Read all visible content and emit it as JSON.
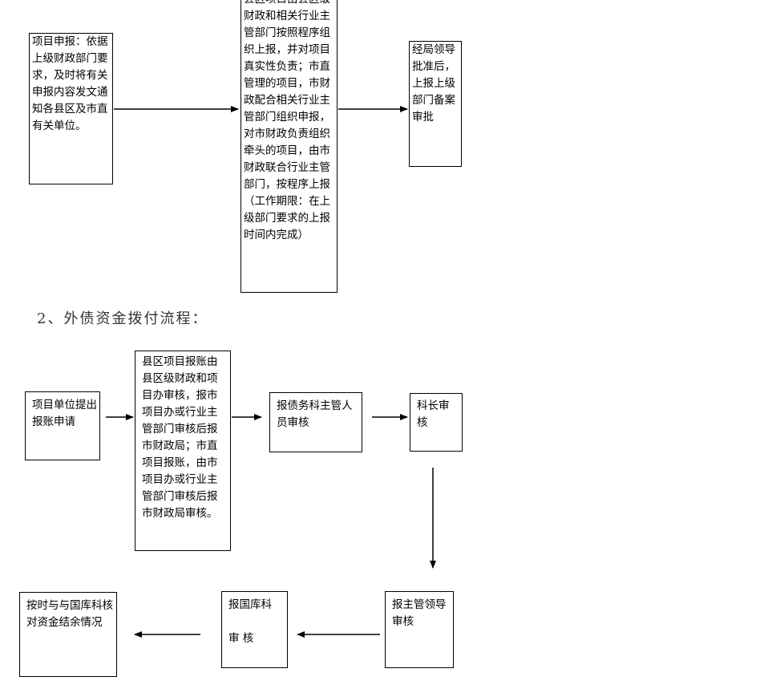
{
  "flow1": {
    "box1": "项目申报：依据上级财政部门要求，及时将有关申报内容发文通知各县区及市直有关单位。",
    "box2": "县区项目由县区级财政和相关行业主管部门按照程序组织上报，并对项目真实性负责；市直管理的项目，市财政配合相关行业主管部门组织申报，对市财政负责组织牵头的项目，由市财政联合行业主管部门，按程序上报（工作期限：在上级部门要求的上报时间内完成）",
    "box3": "经局领导批准后，上报上级部门备案审批"
  },
  "section_heading": "2、外债资金拨付流程：",
  "flow2": {
    "box1": "项目单位提出报账申请",
    "box2": "县区项目报账由县区级财政和项目办审核，报市项目办或行业主管部门审核后报市财政局；市直项目报账，由市项目办或行业主管部门审核后报市财政局审核。",
    "box3": "报债务科主管人员审核",
    "box4": "科长审核",
    "box5": "报主管领导审核",
    "box6": "报国库科\n\n审 核",
    "box7": "按时与与国库科核对资金结余情况"
  }
}
